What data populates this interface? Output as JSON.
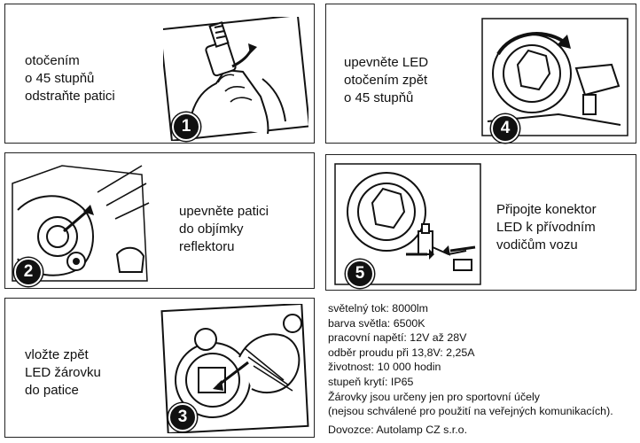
{
  "steps": [
    {
      "number": "1",
      "text": "otočením\no 45 stupňů\nodstraňte patici"
    },
    {
      "number": "2",
      "text": "upevněte patici\ndo objímky\nreflektoru"
    },
    {
      "number": "3",
      "text": "vložte zpět\nLED žárovku\ndo patice"
    },
    {
      "number": "4",
      "text": "upevněte LED\notočením zpět\no 45 stupňů"
    },
    {
      "number": "5",
      "text": "Připojte konektor\nLED k přívodním\nvodičům vozu"
    }
  ],
  "specs": [
    "světelný tok: 8000lm",
    "barva světla: 6500K",
    "pracovní napětí: 12V až 28V",
    "odběr proudu při 13,8V: 2,25A",
    "životnost: 10 000 hodin",
    "stupeň krytí: IP65",
    "Žárovky jsou určeny jen pro sportovní účely",
    "(nejsou schválené pro použití na veřejných komunikacích)."
  ],
  "importer": "Dovozce: Autolamp CZ s.r.o.",
  "colors": {
    "ink": "#111111",
    "paper": "#ffffff",
    "line": "#222222"
  }
}
